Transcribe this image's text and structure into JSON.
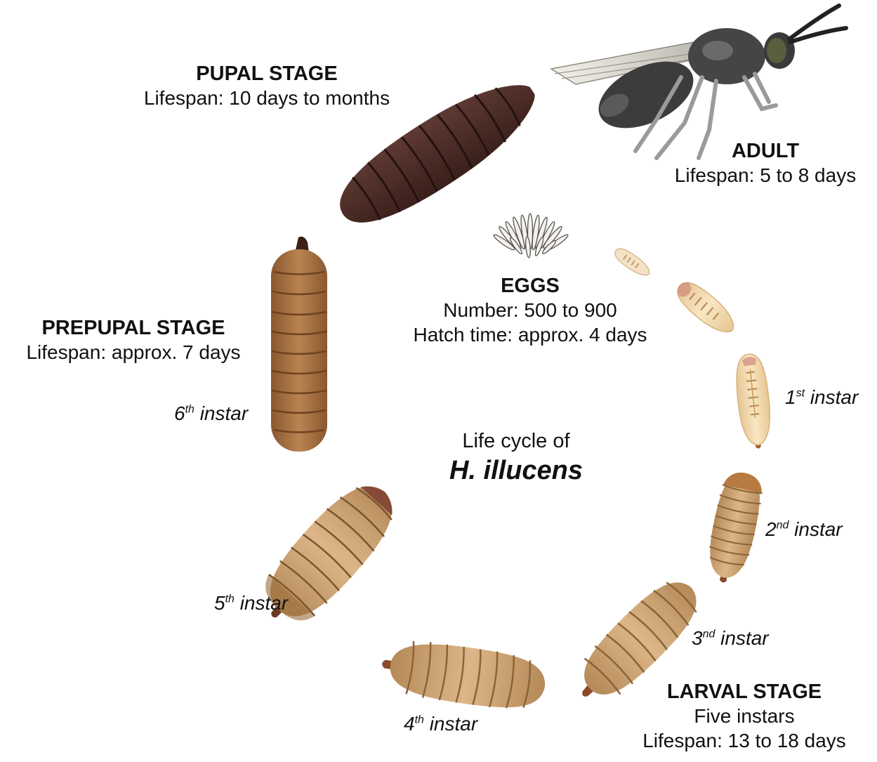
{
  "center": {
    "line1": "Life cycle of",
    "species": "H. illucens"
  },
  "stages": {
    "pupal": {
      "title": "PUPAL STAGE",
      "detail": "Lifespan: 10 days to months"
    },
    "adult": {
      "title": "ADULT",
      "detail": "Lifespan: 5 to 8 days"
    },
    "eggs": {
      "title": "EGGS",
      "detail1": "Number: 500 to 900",
      "detail2": "Hatch time: approx. 4 days"
    },
    "prepupal": {
      "title": "PREPUPAL STAGE",
      "detail": "Lifespan: approx. 7 days"
    },
    "larval": {
      "title": "LARVAL STAGE",
      "detail1": "Five instars",
      "detail2": "Lifespan: 13 to 18 days"
    }
  },
  "instars": [
    {
      "num": "1",
      "sup": "st",
      "word": "instar"
    },
    {
      "num": "2",
      "sup": "nd",
      "word": "instar"
    },
    {
      "num": "3",
      "sup": "nd",
      "word": "instar"
    },
    {
      "num": "4",
      "sup": "th",
      "word": "instar"
    },
    {
      "num": "5",
      "sup": "th",
      "word": "instar"
    },
    {
      "num": "6",
      "sup": "th",
      "word": "instar"
    }
  ],
  "colors": {
    "pupa": "#4a2a24",
    "prepupa": "#a6703f",
    "larva_late": "#d2a97a",
    "larva_early": "#f0d6a6",
    "adult_body": "#3a3a3a",
    "egg": "#f5f1ea"
  }
}
